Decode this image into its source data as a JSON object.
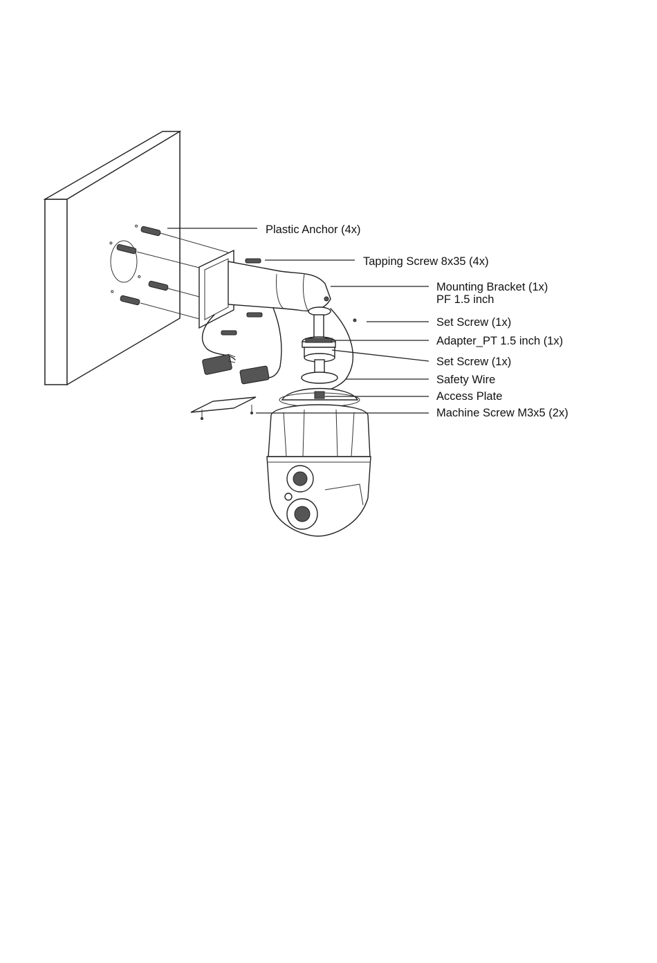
{
  "labels": {
    "plastic_anchor": "Plastic Anchor (4x)",
    "tapping_screw": "Tapping Screw 8x35 (4x)",
    "mounting_bracket_line1": "Mounting Bracket (1x)",
    "mounting_bracket_line2": "PF 1.5 inch",
    "set_screw_upper": "Set Screw (1x)",
    "adapter": "Adapter_PT 1.5 inch (1x)",
    "set_screw_lower": "Set Screw (1x)",
    "safety_wire": "Safety Wire",
    "access_plate": "Access Plate",
    "machine_screw": "Machine Screw M3x5 (2x)"
  }
}
